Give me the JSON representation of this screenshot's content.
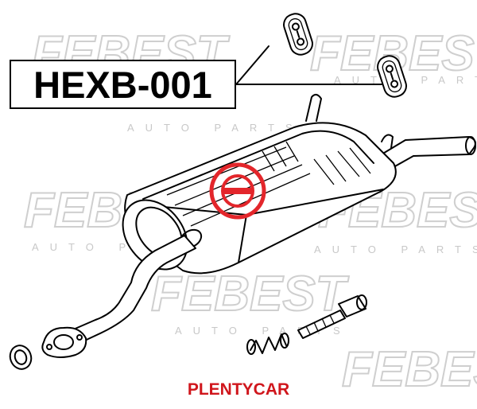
{
  "diagram": {
    "part_number": "HEXB-001",
    "footer_text": "PLENTYCAR",
    "footer_color": "#d0161c",
    "stamp_color": "#e3262b"
  },
  "watermark": {
    "brand": "FEBEST",
    "tagline": "AUTO PARTS"
  }
}
